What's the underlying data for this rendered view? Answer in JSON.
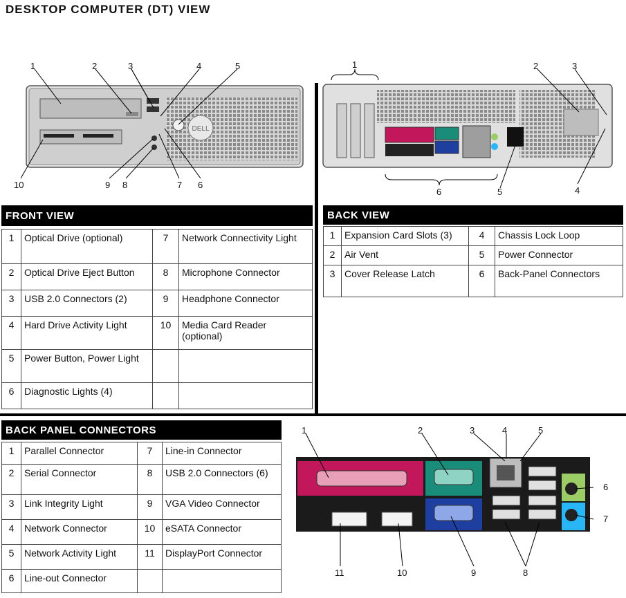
{
  "page_title": "DESKTOP COMPUTER (DT) VIEW",
  "front_view": {
    "header": "FRONT VIEW",
    "rows": [
      {
        "n1": "1",
        "t1": "Optical Drive (optional)",
        "n2": "7",
        "t2": "Network Connectivity Light"
      },
      {
        "n1": "2",
        "t1": "Optical Drive Eject Button",
        "n2": "8",
        "t2": "Microphone Connector"
      },
      {
        "n1": "3",
        "t1": "USB 2.0 Connectors (2)",
        "n2": "9",
        "t2": "Headphone Connector"
      },
      {
        "n1": "4",
        "t1": "Hard Drive Activity Light",
        "n2": "10",
        "t2": "Media Card Reader (optional)"
      },
      {
        "n1": "5",
        "t1": "Power Button, Power Light",
        "n2": "",
        "t2": ""
      },
      {
        "n1": "6",
        "t1": "Diagnostic Lights (4)",
        "n2": "",
        "t2": ""
      }
    ],
    "callouts_top": [
      "1",
      "2",
      "3",
      "4",
      "5"
    ],
    "callouts_bottom": [
      "10",
      "9",
      "8",
      "7",
      "6"
    ],
    "brand": "DELL"
  },
  "back_view": {
    "header": "BACK VIEW",
    "rows": [
      {
        "n1": "1",
        "t1": "Expansion Card Slots (3)",
        "n2": "4",
        "t2": "Chassis Lock Loop"
      },
      {
        "n1": "2",
        "t1": "Air Vent",
        "n2": "5",
        "t2": "Power Connector"
      },
      {
        "n1": "3",
        "t1": "Cover Release Latch",
        "n2": "6",
        "t2": "Back-Panel Connectors"
      }
    ],
    "callouts": [
      "1",
      "2",
      "3",
      "4",
      "5",
      "6"
    ]
  },
  "back_panel": {
    "header": "BACK PANEL CONNECTORS",
    "rows": [
      {
        "n1": "1",
        "t1": "Parallel Connector",
        "n2": "7",
        "t2": "Line-in Connector"
      },
      {
        "n1": "2",
        "t1": "Serial Connector",
        "n2": "8",
        "t2": "USB 2.0 Connectors (6)"
      },
      {
        "n1": "3",
        "t1": "Link Integrity Light",
        "n2": "9",
        "t2": "VGA Video Connector"
      },
      {
        "n1": "4",
        "t1": "Network Connector",
        "n2": "10",
        "t2": "eSATA Connector"
      },
      {
        "n1": "5",
        "t1": "Network Activity Light",
        "n2": "11",
        "t2": "DisplayPort Connector"
      },
      {
        "n1": "6",
        "t1": "Line-out Connector",
        "n2": "",
        "t2": ""
      }
    ],
    "callouts_top": [
      "1",
      "2",
      "3",
      "4",
      "5"
    ],
    "callouts_right": [
      "6",
      "7"
    ],
    "callouts_bottom": [
      "11",
      "10",
      "9",
      "8"
    ]
  },
  "colors": {
    "parallel": "#c2185b",
    "serial": "#1a8c7a",
    "vga": "#1f3fa0",
    "line_out": "#9ccc65",
    "line_in": "#29b6f6",
    "chassis": "#d6d6d6"
  }
}
